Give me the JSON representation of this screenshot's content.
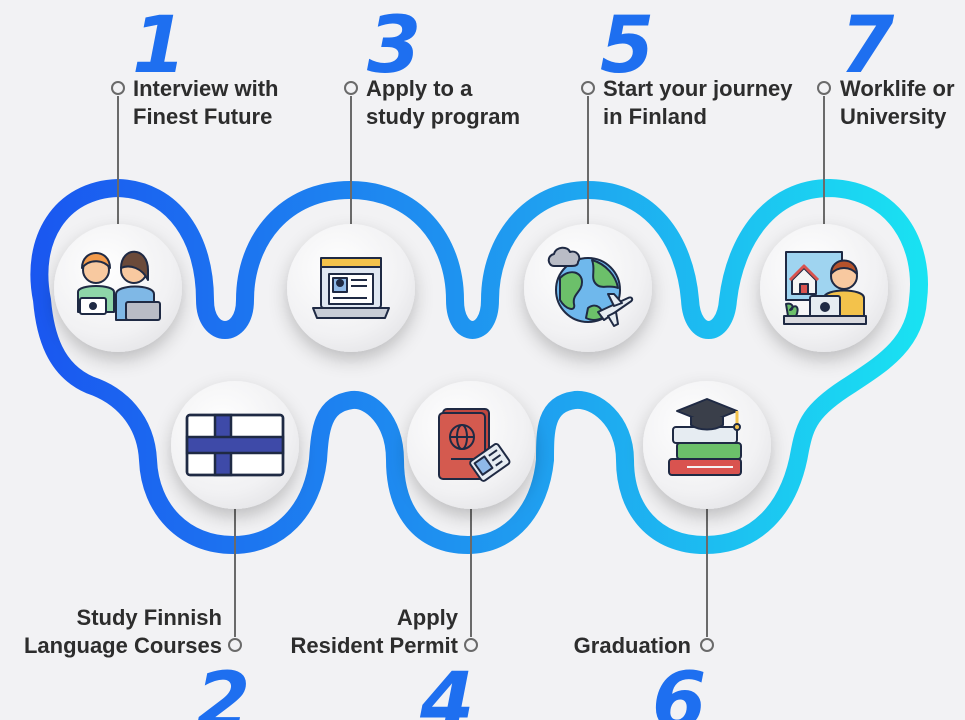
{
  "colors": {
    "path_start": "#1a56f0",
    "path_mid": "#1f9df0",
    "path_end": "#19e4f2",
    "number": "#1e6ff0",
    "text": "#2d2d2d",
    "connector": "#6a6a6a"
  },
  "steps": [
    {
      "number": "1",
      "line1": "Interview with",
      "line2": "Finest Future",
      "icon": "interview-icon"
    },
    {
      "number": "2",
      "line1": "Study Finnish",
      "line2": "Language Courses",
      "icon": "finland-flag-icon"
    },
    {
      "number": "3",
      "line1": "Apply to a",
      "line2": "study program",
      "icon": "laptop-application-icon"
    },
    {
      "number": "4",
      "line1": "Apply",
      "line2": "Resident Permit",
      "icon": "passport-icon"
    },
    {
      "number": "5",
      "line1": "Start your journey",
      "line2": "in Finland",
      "icon": "globe-plane-icon"
    },
    {
      "number": "6",
      "line1": "",
      "line2": "Graduation",
      "icon": "graduation-books-icon"
    },
    {
      "number": "7",
      "line1": "Worklife or",
      "line2": "University",
      "icon": "remote-work-icon"
    }
  ]
}
